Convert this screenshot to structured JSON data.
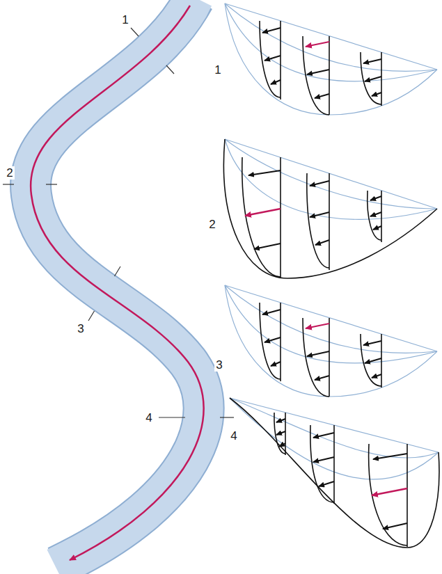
{
  "diagram": {
    "labels": [
      "1",
      "2",
      "3",
      "4",
      "1",
      "2",
      "3",
      "4"
    ]
  }
}
